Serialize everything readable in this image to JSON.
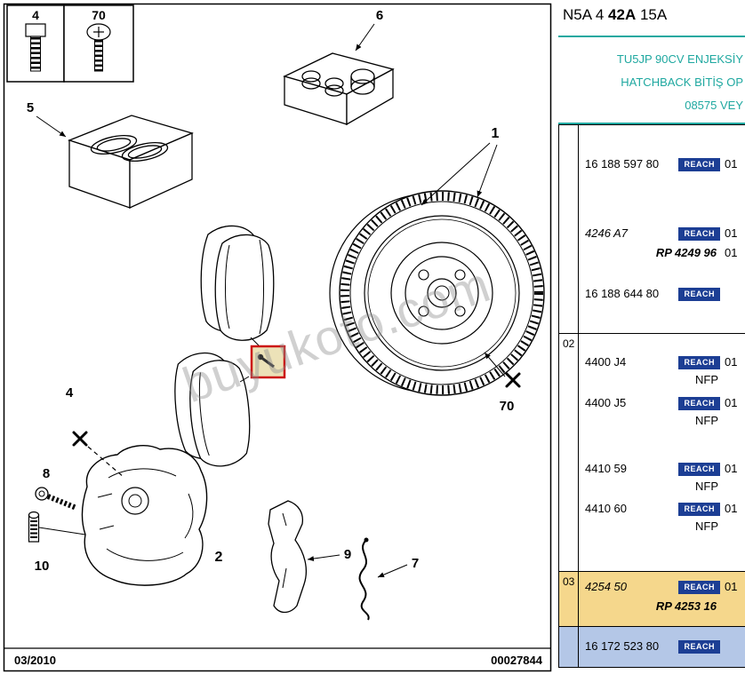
{
  "diagram": {
    "watermark": "buyukoto.com",
    "footer": {
      "date": "03/2010",
      "doc_number": "00027844"
    },
    "callouts": {
      "box_bolt": "4",
      "box_screw": "70",
      "seal_kit": "5",
      "piston_kit": "6",
      "disc": "1",
      "caliper": "2",
      "guide_mark": "4",
      "guide_bolt": "8",
      "bracket": "9",
      "bleed_screw": "10",
      "spring_clip": "7",
      "disc_bolt": "70"
    }
  },
  "panel": {
    "header": {
      "prefix": "N5A 4 ",
      "bold": "42A",
      "suffix": " 15A"
    },
    "notes": [
      "TU5JP 90CV ENJEKSİY",
      "HATCHBACK BİTİŞ OP",
      "08575 VEY"
    ],
    "reach_label": "REACH",
    "colors": {
      "reach_badge_bg": "#1C3E94",
      "note_teal": "#1FA8A0",
      "highlight_orange": "#F5D78C",
      "highlight_blue": "#B4C7E7",
      "sensor_highlight_red": "#CC1010"
    },
    "table": {
      "s1": {
        "r1": {
          "ref": "16 188 597 80",
          "qty": "01"
        },
        "r2": {
          "ref": "4246 A7",
          "qty": "01"
        },
        "r2b": {
          "ref": "RP 4249 96",
          "qty": "01"
        },
        "r3": {
          "ref": "16 188 644 80"
        }
      },
      "s2": {
        "label": "02",
        "r1": {
          "ref": "4400 J4",
          "qty": "01",
          "note": "NFP"
        },
        "r2": {
          "ref": "4400 J5",
          "qty": "01",
          "note": "NFP"
        },
        "r3": {
          "ref": "4410 59",
          "qty": "01",
          "note": "NFP"
        },
        "r4": {
          "ref": "4410 60",
          "qty": "01",
          "note": "NFP"
        }
      },
      "s3": {
        "label": "03",
        "r1": {
          "ref": "4254 50",
          "qty": "01"
        },
        "r1b": {
          "ref": "RP 4253 16"
        }
      },
      "s4": {
        "r1": {
          "ref": "16 172 523 80"
        }
      }
    }
  }
}
